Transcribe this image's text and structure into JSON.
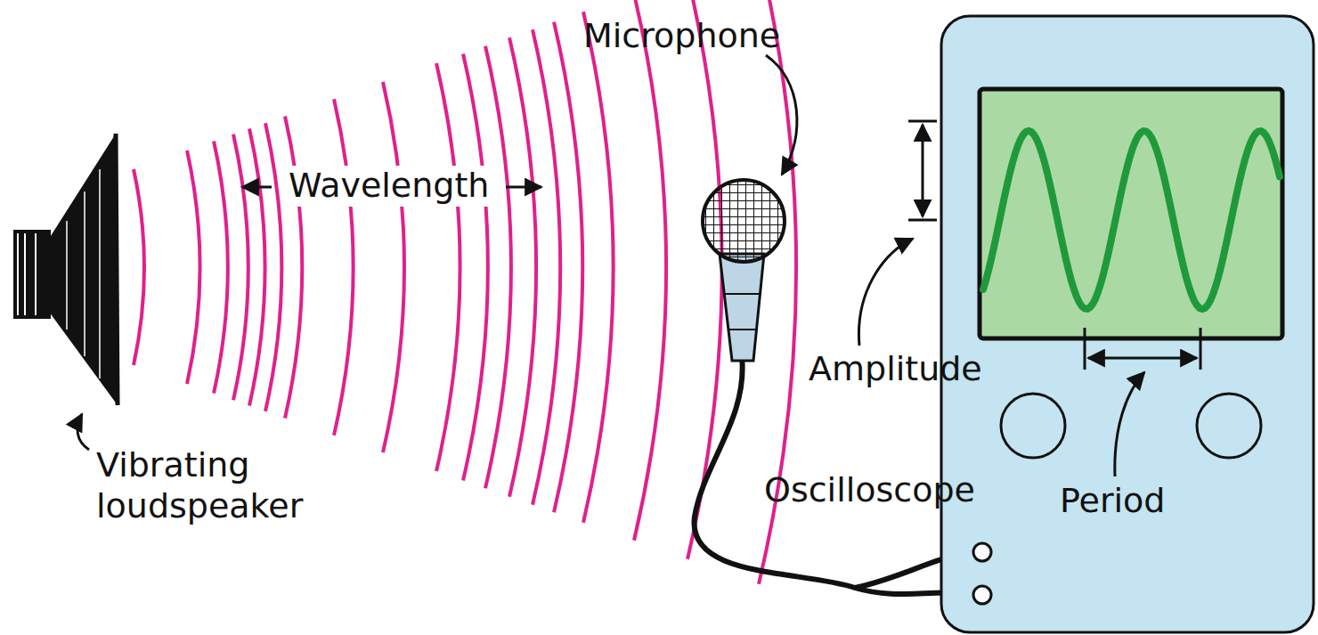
{
  "diagram": {
    "labels": [
      "Microphone",
      "Wavelength",
      "Vibrating loudspeaker",
      "Amplitude",
      "Oscilloscope",
      "Period"
    ]
  }
}
